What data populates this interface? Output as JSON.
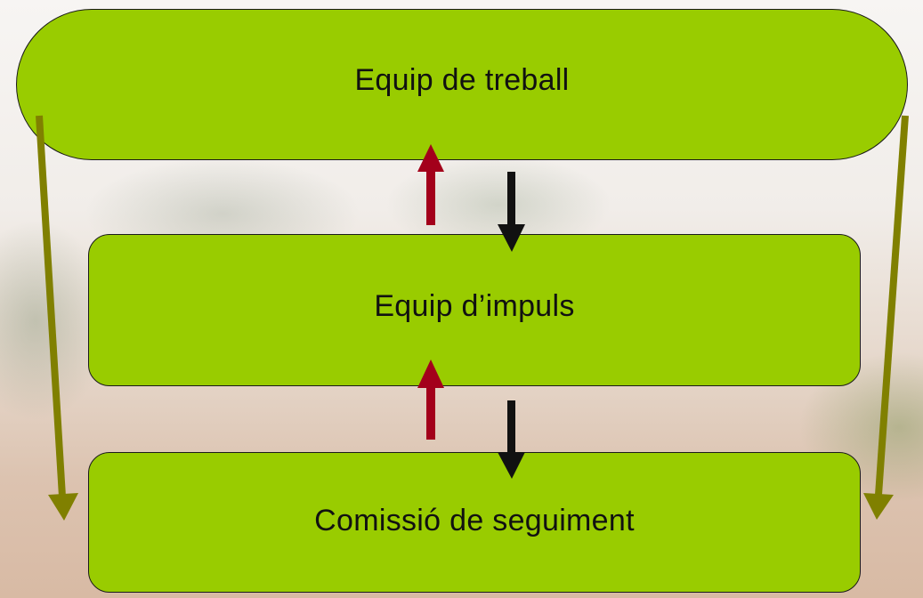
{
  "diagram": {
    "boxes": {
      "top": "Equip de treball",
      "middle": "Equip d’impuls",
      "bottom": "Comissió de seguiment"
    },
    "colors": {
      "box_fill": "#99cc00",
      "box_border": "#1a1a1a",
      "side_arrow": "#808000",
      "up_arrow": "#a3001b",
      "down_arrow": "#111111"
    }
  }
}
